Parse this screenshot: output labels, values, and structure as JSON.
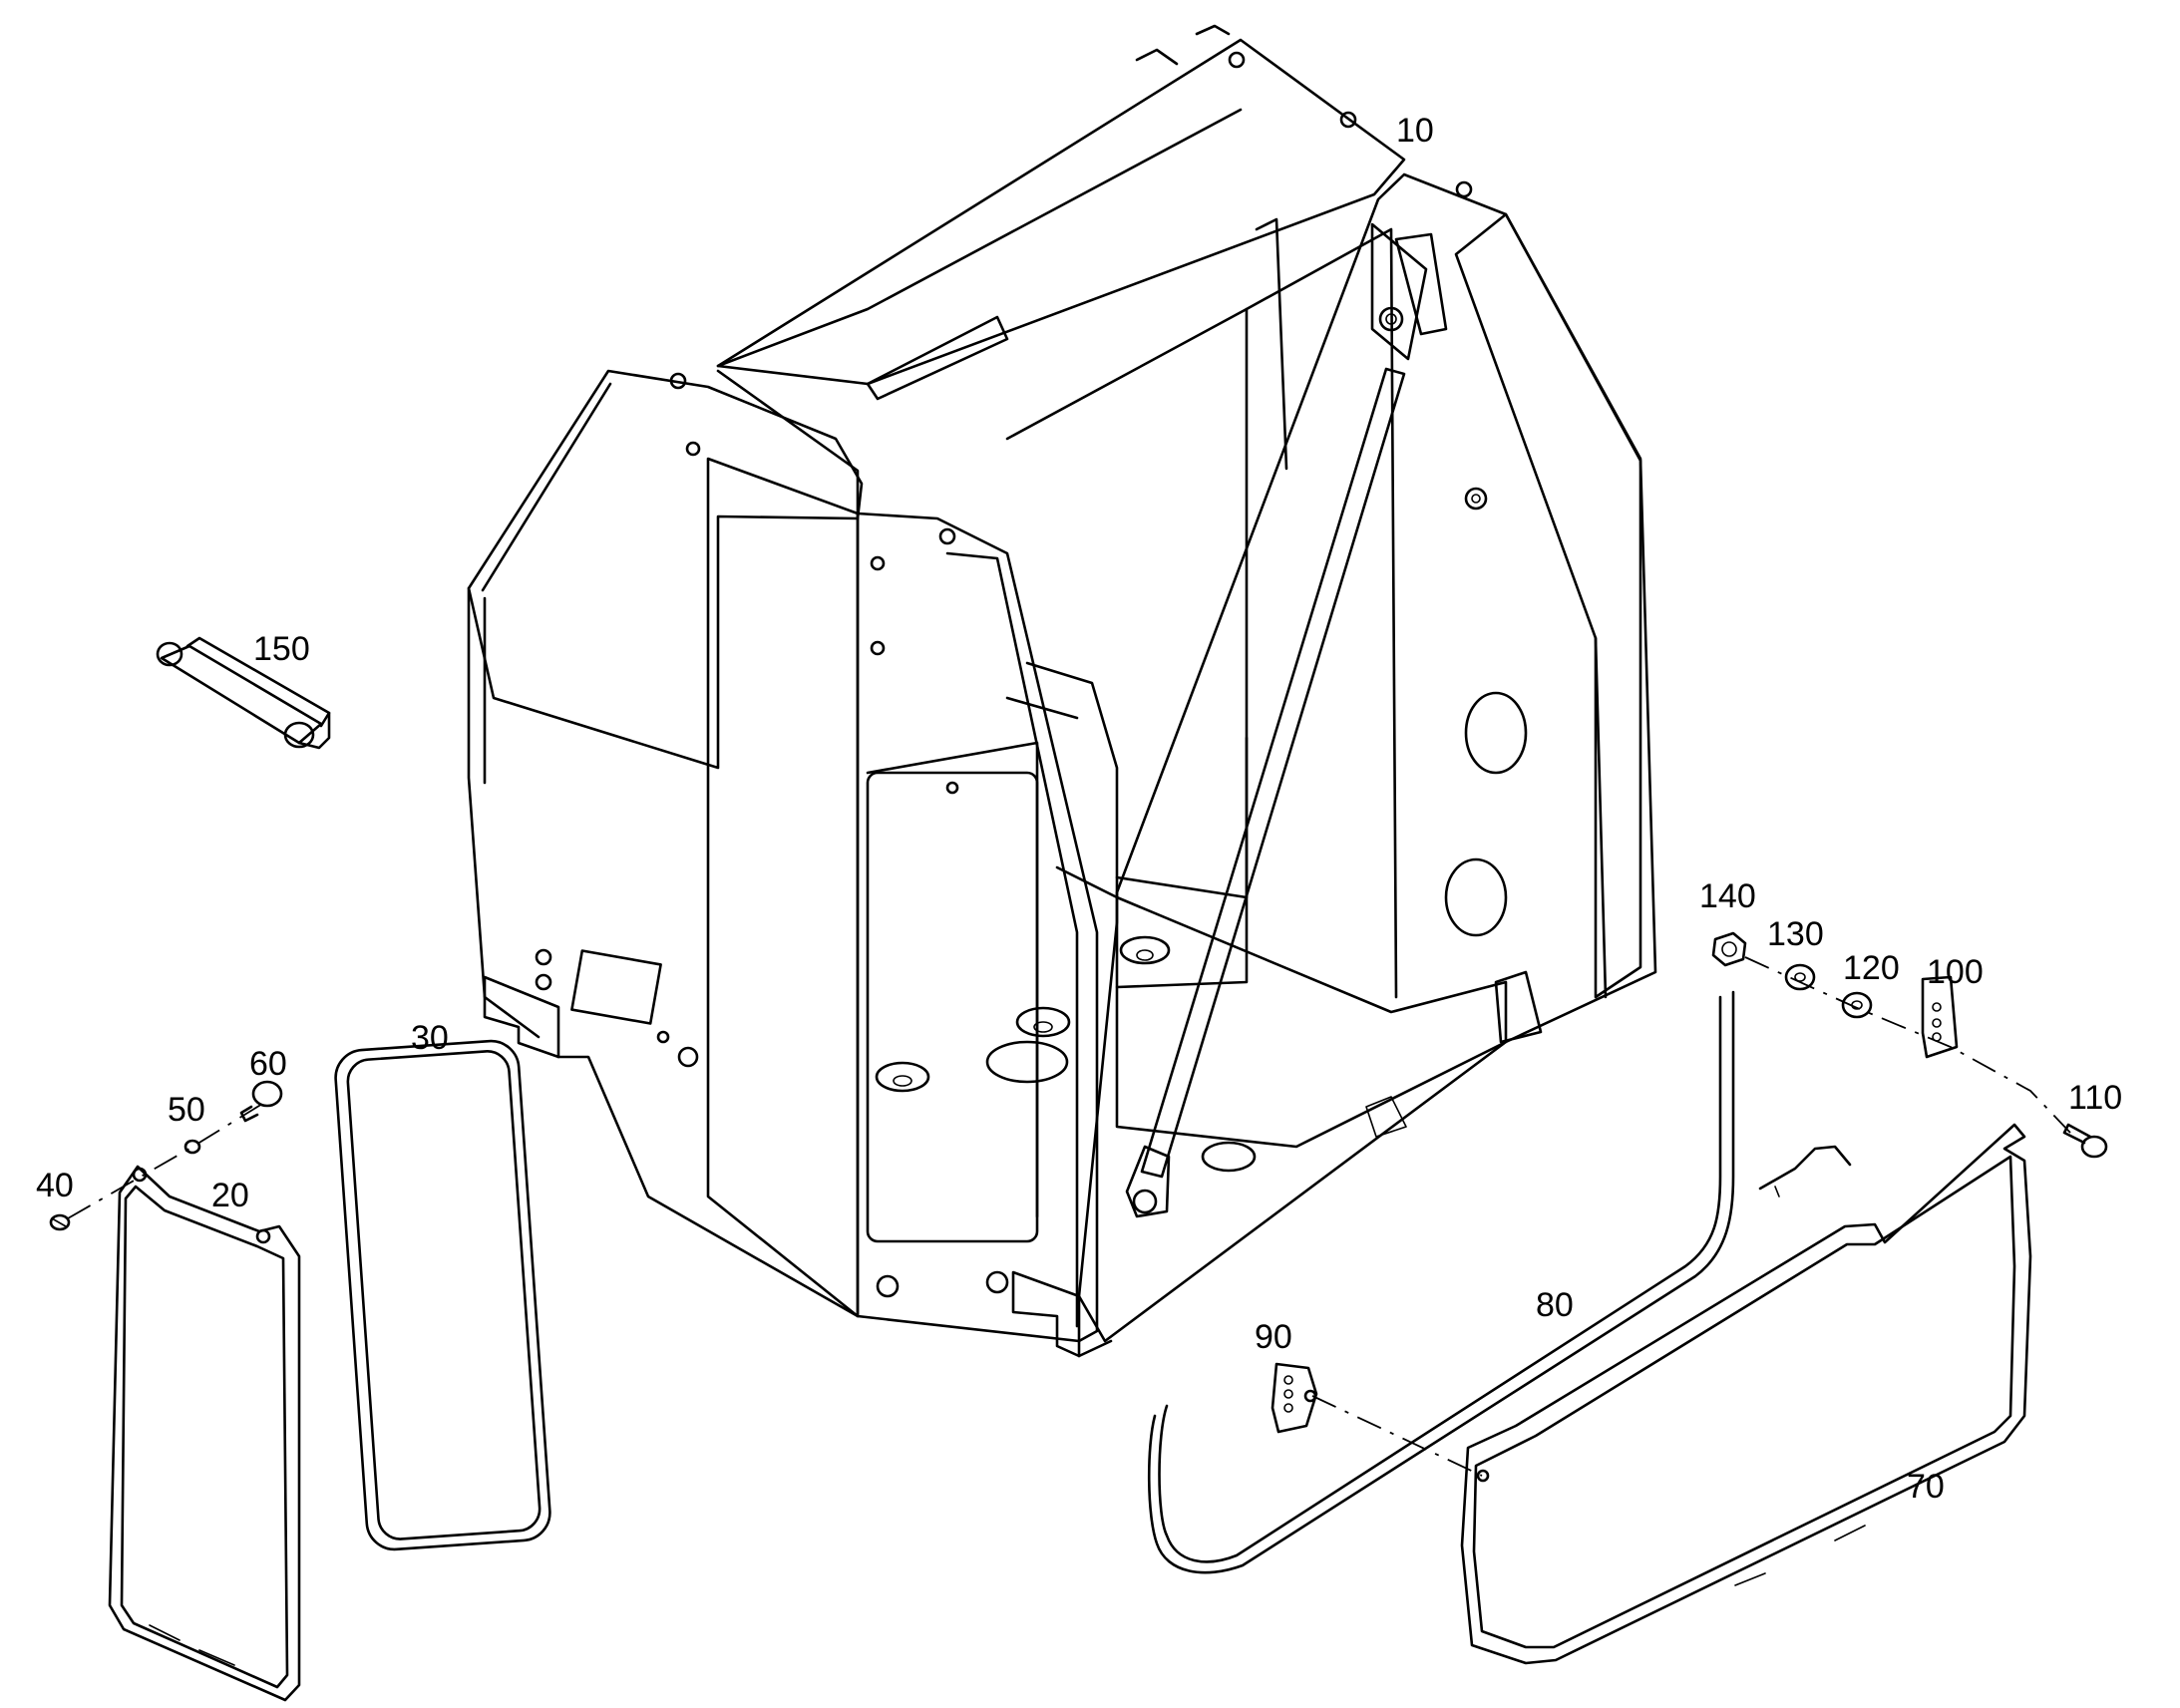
{
  "callouts": {
    "frame": "10",
    "panel_left": "20",
    "seal_left": "30",
    "bolt_left": "40",
    "washer_left": "50",
    "latch_left": "60",
    "panel_right": "70",
    "seal_right": "80",
    "hinge_small": "90",
    "hinge_right": "100",
    "screw_right": "110",
    "washer_b": "120",
    "washer_a": "130",
    "nut": "140",
    "hinge_pin": "150"
  }
}
